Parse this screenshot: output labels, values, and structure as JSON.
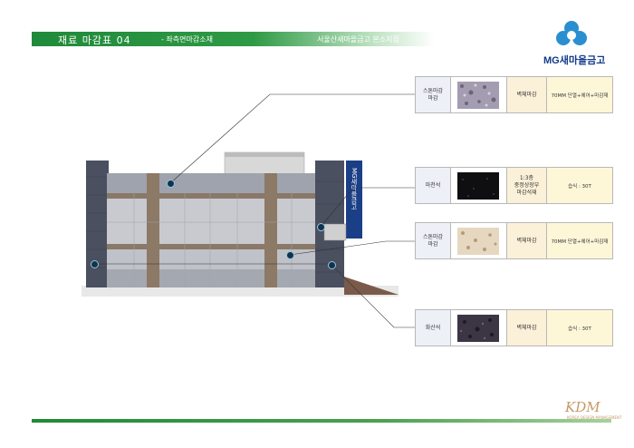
{
  "header": {
    "title": "재료 마감표 04",
    "subtitle": "- 좌측면마감소재",
    "project": "서울산새마을금고  본소지점"
  },
  "logo": {
    "text": "MG새마을금고",
    "sign_text": "MG새마을금고",
    "accent_color": "#2a8fd0",
    "brand_color": "#123a8a"
  },
  "materials": [
    {
      "label": "스톤마감\n마감",
      "name": "벽체마감",
      "spec": "70MM 단열+에어+마감재",
      "swatch_color": "#9c92a8"
    },
    {
      "label": "마천석",
      "name": "1:3층\n중정상장부\n마감석재",
      "spec": "습식 : 30T",
      "swatch_color": "#101014"
    },
    {
      "label": "스톤마감\n마감",
      "name": "벽체마감",
      "spec": "70MM 단열+에어+마감재",
      "swatch_color": "#e2d2b8"
    },
    {
      "label": "화산석",
      "name": "벽체마감",
      "spec": "습식 : 30T",
      "swatch_color": "#3a3440"
    }
  ],
  "brand_footer": {
    "logo": "KDM",
    "tagline": "KOREA DESIGN MANAGEMENT"
  }
}
